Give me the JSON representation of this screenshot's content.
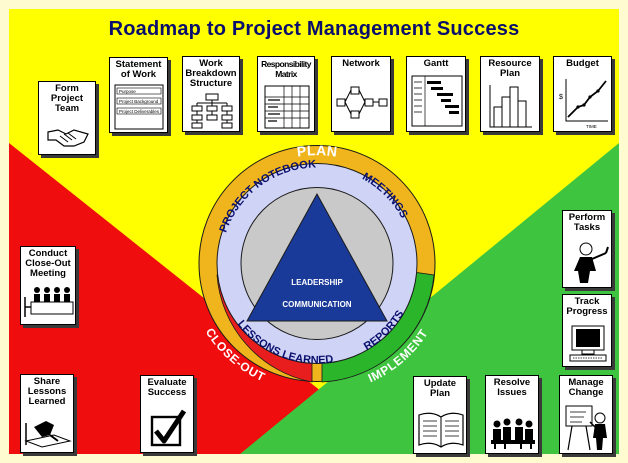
{
  "title": "Roadmap to Project Management Success",
  "colors": {
    "red": "#f00d0d",
    "yellow": "#ffff00",
    "green": "#3ec43e",
    "navy": "#0a0f6e",
    "ring": "#cfd4f6",
    "plan_arc": "#f0b51c",
    "closeout_arc": "#e81e1e",
    "implement_arc": "#2bb52b"
  },
  "center": {
    "leadership": "LEADERSHIP",
    "communication": "COMMUNICATION"
  },
  "ring": {
    "project_notebook": "PROJECT NOTEBOOK",
    "meetings": "MEETINGS",
    "reports": "REPORTS",
    "lessons_learned": "LESSONS LEARNED"
  },
  "phases": {
    "plan": "PLAN",
    "close_out": "CLOSE-OUT",
    "implement": "IMPLEMENT"
  },
  "cards": {
    "form_team": {
      "label": "Form\nProject\nTeam",
      "icon": "handshake-icon"
    },
    "statement_of_work": {
      "label": "Statement\nof Work",
      "icon": "document-icon",
      "lines": [
        "Purpose",
        "Project Background",
        "Project Deliverables"
      ]
    },
    "wbs": {
      "label": "Work\nBreakdown\nStructure",
      "icon": "hierarchy-icon"
    },
    "responsibility_matrix": {
      "label": "Responsibility\nMatrix",
      "icon": "matrix-icon"
    },
    "network": {
      "label": "Network",
      "icon": "network-icon"
    },
    "gantt": {
      "label": "Gantt",
      "icon": "gantt-icon"
    },
    "resource_plan": {
      "label": "Resource\nPlan",
      "icon": "bar-chart-icon"
    },
    "budget": {
      "label": "Budget",
      "icon": "line-chart-icon",
      "y_label": "$",
      "x_label": "TIME"
    },
    "perform_tasks": {
      "label": "Perform\nTasks",
      "icon": "worker-icon"
    },
    "track_progress": {
      "label": "Track\nProgress",
      "icon": "computer-icon"
    },
    "manage_change": {
      "label": "Manage\nChange",
      "icon": "presenter-icon"
    },
    "resolve_issues": {
      "label": "Resolve\nIssues",
      "icon": "meeting-icon"
    },
    "update_plan": {
      "label": "Update\nPlan",
      "icon": "open-book-icon"
    },
    "closeout_meeting": {
      "label": "Conduct\nClose-Out\nMeeting",
      "icon": "meeting-table-icon"
    },
    "share_lessons": {
      "label": "Share\nLessons\nLearned",
      "icon": "writing-icon"
    },
    "evaluate_success": {
      "label": "Evaluate\nSuccess",
      "icon": "checkmark-icon"
    }
  }
}
